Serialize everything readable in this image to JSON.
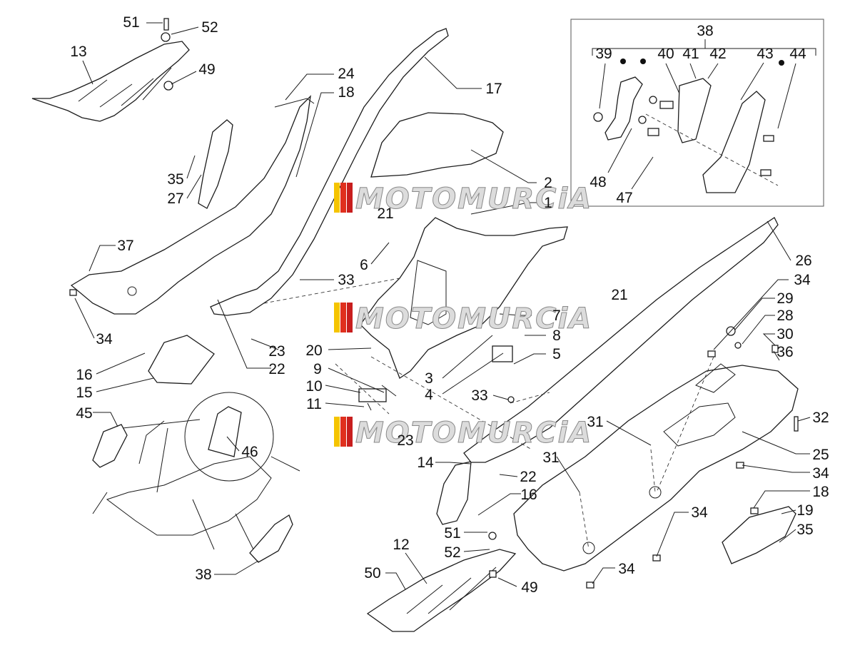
{
  "diagram": {
    "inset_title": "38",
    "inset_labels": [
      "39",
      "40",
      "41",
      "42",
      "43",
      "44",
      "48",
      "47"
    ],
    "watermark": "MOTOMURCiA",
    "watermark_colors": [
      "#f5c400",
      "#e0301e",
      "#c81e1e"
    ],
    "labels": {
      "l51a": "51",
      "l52a": "52",
      "l13": "13",
      "l49a": "49",
      "l24": "24",
      "l18a": "18",
      "l17": "17",
      "l35a": "35",
      "l27": "27",
      "l2": "2",
      "l1": "1",
      "l21a": "21",
      "l37": "37",
      "l6": "6",
      "l33a": "33",
      "l34a": "34",
      "l26": "26",
      "l34b": "34",
      "l29": "29",
      "l28": "28",
      "l30": "30",
      "l36": "36",
      "l7": "7",
      "l8": "8",
      "l5": "5",
      "l23": "23",
      "l20": "20",
      "l22a": "22",
      "l9": "9",
      "l3": "3",
      "l4": "4",
      "l16a": "16",
      "l15": "15",
      "l10": "10",
      "l11": "11",
      "l33b": "33",
      "l45": "45",
      "l46": "46",
      "l31a": "31",
      "l32": "32",
      "l25": "25",
      "l14": "14",
      "l22b": "22",
      "l34c": "34",
      "l31b": "31",
      "l16b": "16",
      "l18b": "18",
      "l51b": "51",
      "l52b": "52",
      "l34d": "34",
      "l19": "19",
      "l35b": "35",
      "l12": "12",
      "l50": "50",
      "l49b": "49",
      "l34e": "34",
      "l38": "38",
      "l21b": "21",
      "l23b": "23"
    }
  }
}
